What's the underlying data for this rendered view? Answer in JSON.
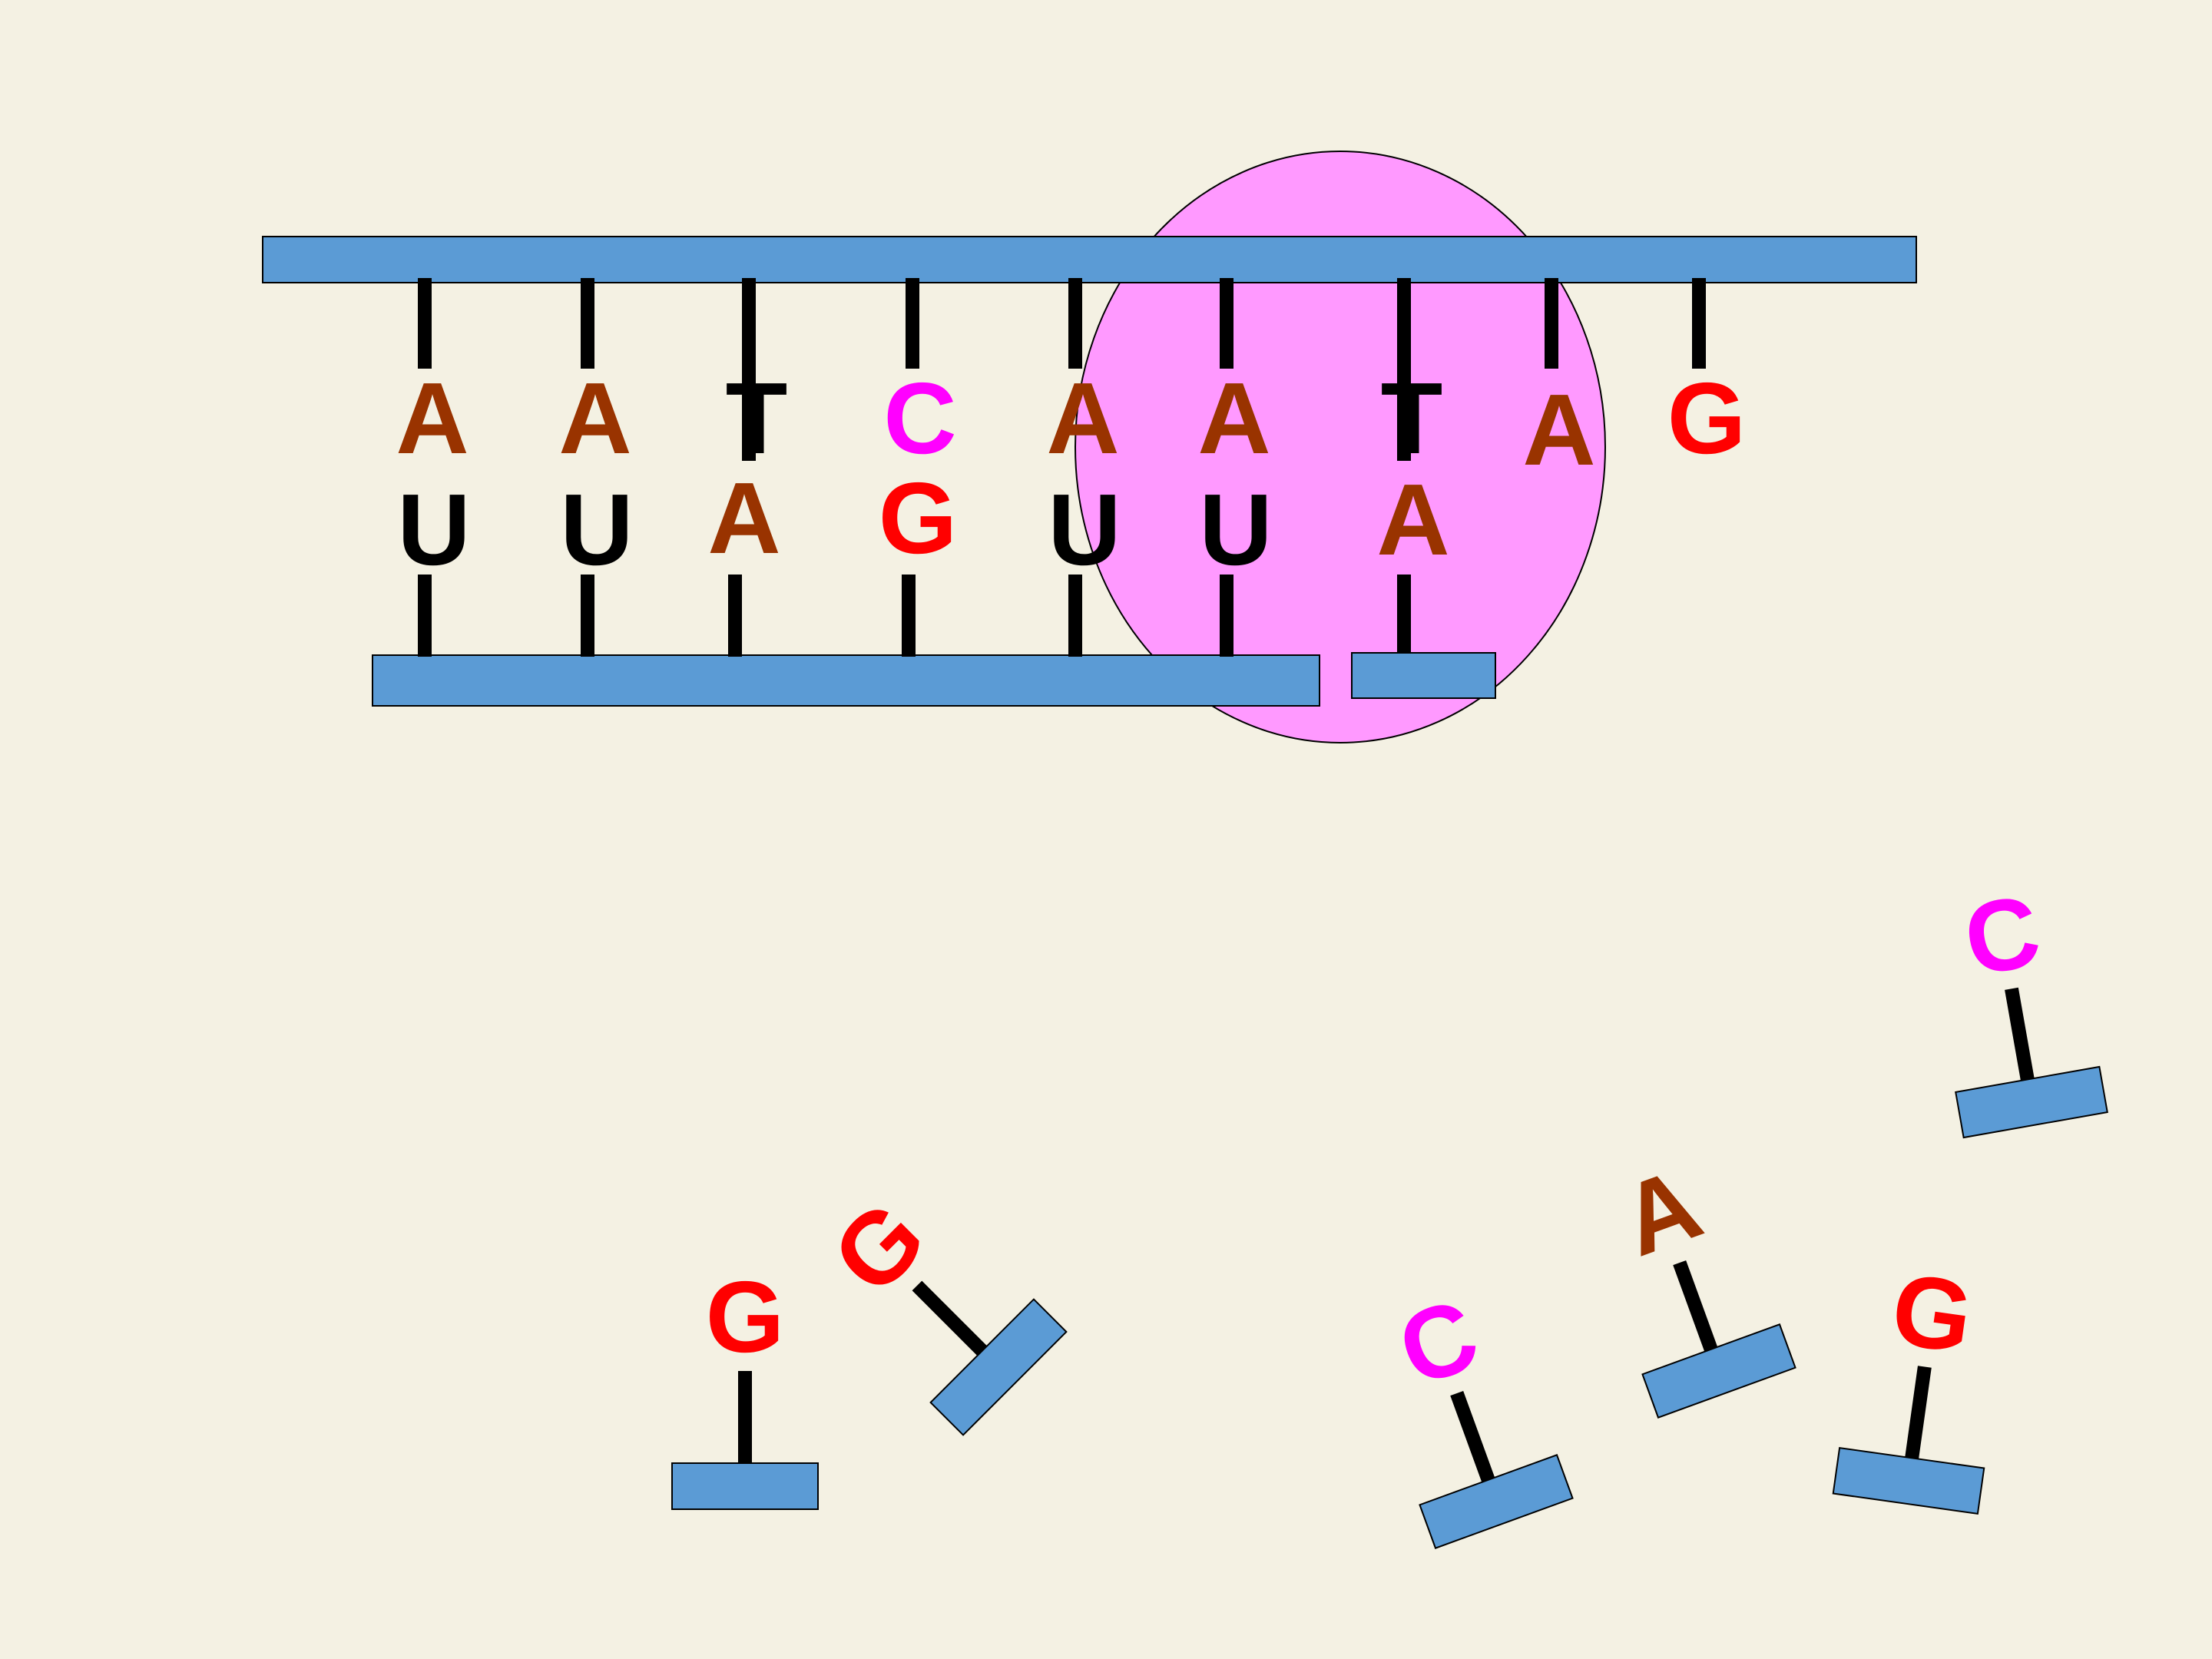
{
  "colors": {
    "background": "#f4f1e3",
    "backbone": "#5b9bd5",
    "enzyme": "#ff99ff",
    "bond": "#000000"
  },
  "base_colors": {
    "A": "#993300",
    "T": "#000000",
    "U": "#000000",
    "C": "#ff00ff",
    "G": "#ff0000"
  },
  "diagram": {
    "template_strand": [
      "A",
      "A",
      "T",
      "C",
      "A",
      "A",
      "T",
      "A",
      "G"
    ],
    "new_strand": [
      "U",
      "U",
      "A",
      "G",
      "U",
      "U",
      "A"
    ],
    "free_nucleotides": [
      "G",
      "G",
      "C",
      "A",
      "G",
      "C"
    ]
  }
}
